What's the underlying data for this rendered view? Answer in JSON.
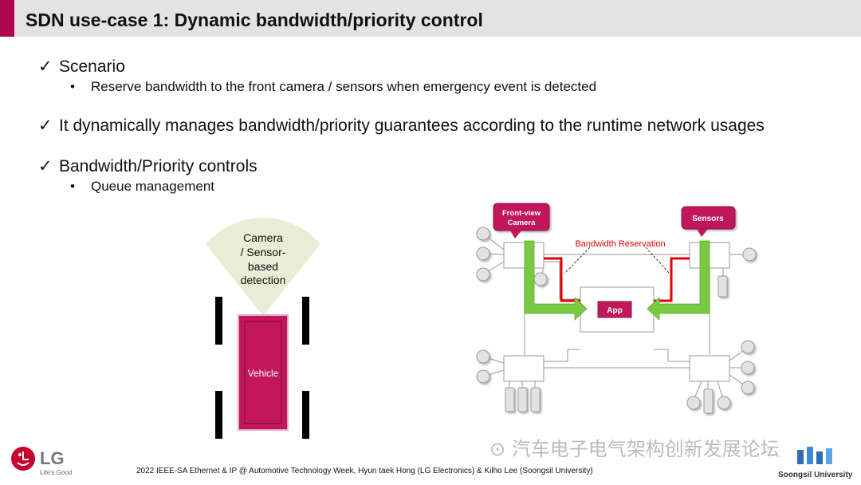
{
  "title": "SDN use-case 1: Dynamic bandwidth/priority control",
  "bullets": [
    {
      "check": "✓",
      "text": "Scenario",
      "sub": [
        {
          "dot": "•",
          "text": "Reserve bandwidth to the front camera / sensors when emergency event is detected"
        }
      ]
    },
    {
      "check": "✓",
      "text": "It dynamically manages bandwidth/priority guarantees according to the runtime network usages",
      "sub": []
    },
    {
      "check": "✓",
      "text": "Bandwidth/Priority controls",
      "sub": [
        {
          "dot": "•",
          "text": "Queue management"
        }
      ]
    }
  ],
  "vehicle_diagram": {
    "detection_lines": [
      "Camera",
      "/ Sensor-",
      "based",
      "detection"
    ],
    "vehicle_label": "Vehicle"
  },
  "network_diagram": {
    "front_camera_lines": [
      "Front-view",
      "Camera"
    ],
    "sensors_label": "Sensors",
    "bandwidth_label": "Bandwidth Reservation",
    "app_label": "App"
  },
  "footer": "2022 IEEE-SA Ethernet & IP @ Automotive Technology Week, Hyun taek Hong (LG Electronics) & Kilho Lee (Soongsil University)",
  "logos": {
    "lg_word": "LG",
    "lg_tagline": "Life's Good",
    "soongsil": "Soongsil University"
  },
  "watermark": "汽车电子电气架构创新发展论坛",
  "colors": {
    "accent": "#b0064f",
    "magenta": "#c2185b",
    "green": "#7ac943",
    "red": "#e00000",
    "title_bar": "#e3e3e3"
  }
}
